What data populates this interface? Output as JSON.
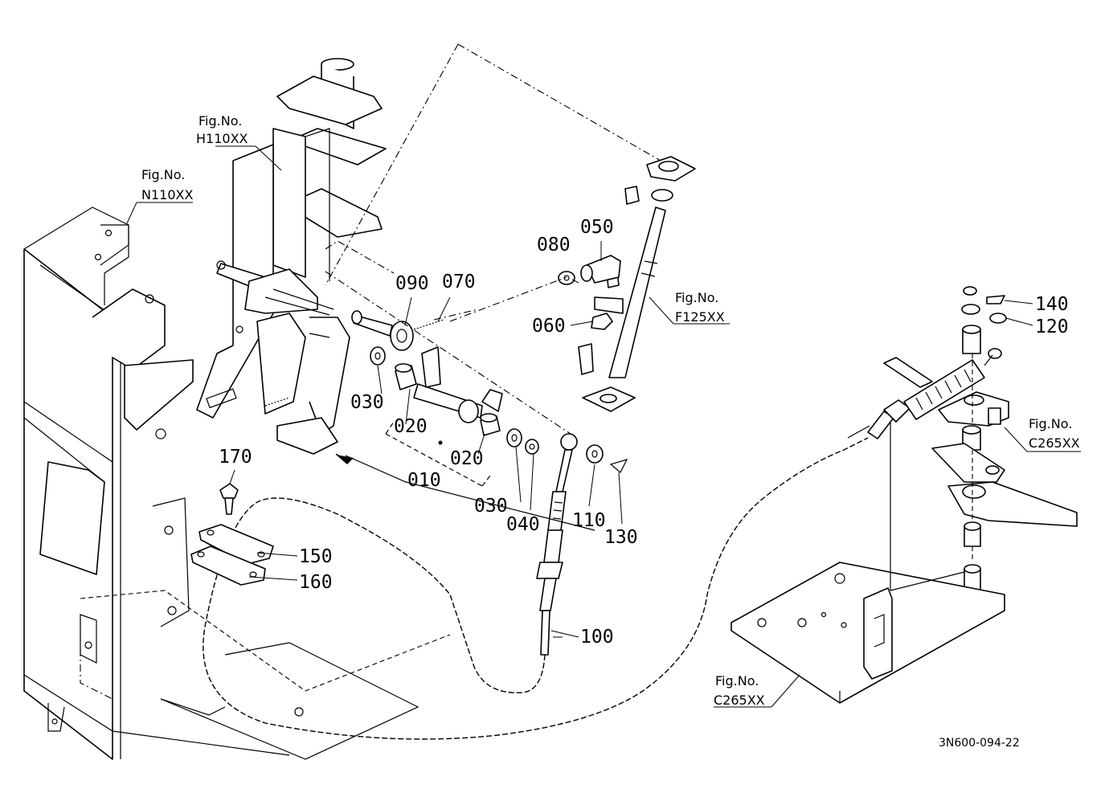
{
  "part_labels": {
    "p010": "010",
    "p020a": "020",
    "p020b": "020",
    "p030a": "030",
    "p030b": "030",
    "p040": "040",
    "p050": "050",
    "p060": "060",
    "p070": "070",
    "p080": "080",
    "p090": "090",
    "p100": "100",
    "p110": "110",
    "p120": "120",
    "p130": "130",
    "p140": "140",
    "p150": "150",
    "p160": "160",
    "p170": "170"
  },
  "figure_refs": {
    "fig_label": "Fig.No.",
    "h110": "H110XX",
    "n110": "N110XX",
    "f125": "F125XX",
    "c265_upper": "C265XX",
    "c265_lower": "C265XX"
  },
  "drawing_code": "3N600-094-22"
}
